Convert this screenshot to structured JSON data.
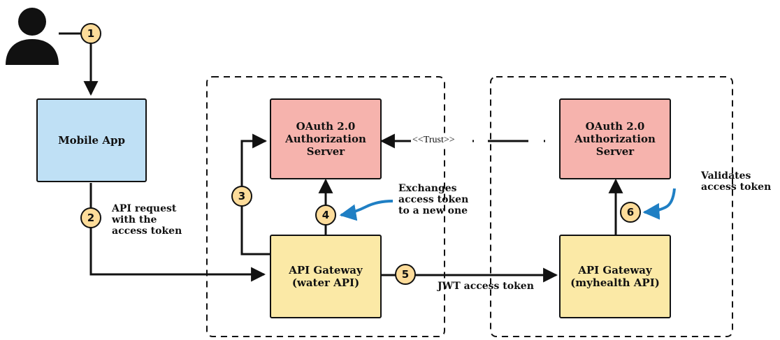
{
  "colors": {
    "mobile_fill": "#bfe0f5",
    "oauth_fill": "#f6b3ad",
    "gateway_fill": "#fbe9a6",
    "badge_fill": "#fddc9a",
    "annotation_arrow": "#1f7fc4"
  },
  "icons": {
    "user": "user-icon"
  },
  "boxes": {
    "mobile_app": {
      "line1": "Mobile App"
    },
    "oauth_left": {
      "line1": "OAuth 2.0",
      "line2": "Authorization",
      "line3": "Server"
    },
    "oauth_right": {
      "line1": "OAuth 2.0",
      "line2": "Authorization",
      "line3": "Server"
    },
    "gateway_water": {
      "line1": "API Gateway",
      "line2": "(water API)"
    },
    "gateway_myhealth": {
      "line1": "API Gateway",
      "line2": "(myhealth API)"
    }
  },
  "steps": [
    "1",
    "2",
    "3",
    "4",
    "5",
    "6"
  ],
  "labels": {
    "api_request": {
      "line1": "API request",
      "line2": "with the",
      "line3": "access token"
    },
    "exchanges": {
      "line1": "Exchanges",
      "line2": "access token",
      "line3": "to a new one"
    },
    "validates": {
      "line1": "Validates",
      "line2": "access token"
    },
    "jwt": "JWT access token",
    "trust": "<<Trust>>"
  }
}
